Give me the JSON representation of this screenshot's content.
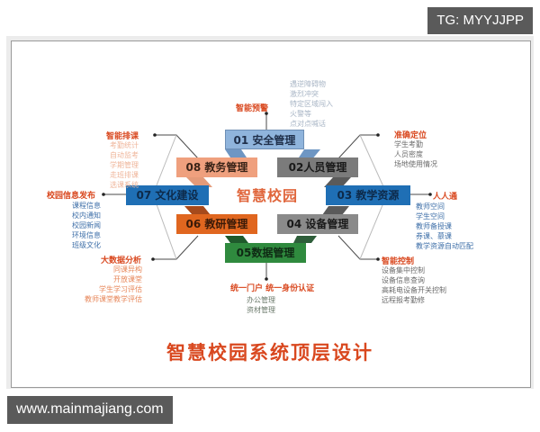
{
  "watermarks": {
    "top_right": "TG: MYYJJPP",
    "bottom_left": "www.mainmajiang.com"
  },
  "diagram": {
    "center_label": "智慧校园",
    "main_title": "智慧校园系统顶层设计",
    "modules": [
      {
        "id": "01",
        "label": "01 安全管理",
        "color": "#8fb4dc"
      },
      {
        "id": "02",
        "label": "02人员管理",
        "color": "#7b7b7b"
      },
      {
        "id": "03",
        "label": "03 教学资源",
        "color": "#1f6fb5"
      },
      {
        "id": "04",
        "label": "04 设备管理",
        "color": "#8a8a8a"
      },
      {
        "id": "05",
        "label": "05数据管理",
        "color": "#2f8a3e"
      },
      {
        "id": "06",
        "label": "06 教研管理",
        "color": "#e0661f"
      },
      {
        "id": "07",
        "label": "07 文化建设",
        "color": "#1f6fb5"
      },
      {
        "id": "08",
        "label": "08 教务管理",
        "color": "#efa07e"
      }
    ],
    "categories": {
      "smart_alert": {
        "title": "智能预警",
        "items": [
          "遇逆障碍物",
          "激烈冲突",
          "特定区域闯入",
          "火警等",
          "点对点喊话"
        ],
        "item_color": "#a9b6c6"
      },
      "accurate_location": {
        "title": "准确定位",
        "items": [
          "学生考勤",
          "人员密度",
          "场地使用情况"
        ],
        "item_color": "#6b6b6b"
      },
      "everyone_connected": {
        "title": "人人通",
        "items": [
          "教师空间",
          "学生空间",
          "教师备授课",
          "券课、慕课",
          "教学资源自动匹配"
        ],
        "item_color": "#3e6fa8"
      },
      "smart_control": {
        "title": "智能控制",
        "items": [
          "设备集中控制",
          "设备信息查询",
          "高耗电设备开关控制",
          "远程报考勤修"
        ],
        "item_color": "#6b6b6b"
      },
      "unified_portal": {
        "title": "统一门户 统一身份认证",
        "items": [
          "办公管理",
          "资材管理"
        ],
        "item_color": "#6b7a6b"
      },
      "big_data": {
        "title": "大数据分析",
        "items": [
          "同课异构",
          "开放课堂",
          "学生学习评估",
          "教师课堂教学评估"
        ],
        "item_color": "#e7875a"
      },
      "campus_info": {
        "title": "校园信息发布",
        "items": [
          "课程信息",
          "校内通知",
          "校园新闻",
          "环境信息",
          "班级文化"
        ],
        "item_color": "#3e6fa8"
      },
      "smart_schedule": {
        "title": "智能排课",
        "items": [
          "考勤统计",
          "自动监考",
          "学期管理",
          "走班排课",
          "选课系统"
        ],
        "item_color": "#efb59a"
      }
    }
  }
}
